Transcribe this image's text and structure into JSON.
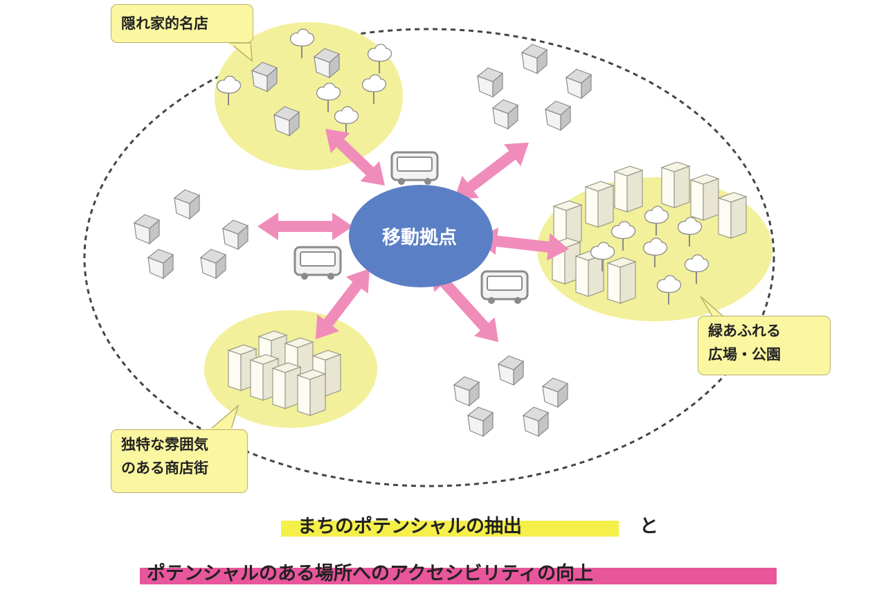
{
  "hub": {
    "label": "移動拠点",
    "color": "#5b7fc4"
  },
  "callouts": {
    "hidden_shop": "隠れ家的名店",
    "green_plaza_line1": "緑あふれる",
    "green_plaza_line2": "広場・公園",
    "shopping_street_line1": "独特な雰囲気",
    "shopping_street_line2": "のある商店街"
  },
  "captions": {
    "line1": "まちのポテンシャルの抽出",
    "connector": "と",
    "line2": "ポテンシャルのある場所へのアクセシビリティの向上"
  },
  "colors": {
    "area_fill": "#f2f09a",
    "arrow": "#f08cba",
    "callout_fill": "#fbf6a0",
    "highlight_yellow": "#f5ef4a",
    "highlight_pink": "#e8569c",
    "house": "#cfcfcf",
    "vehicle": "#9a9a9a"
  },
  "icons": [
    "house-icon",
    "tree-icon",
    "building-icon",
    "vehicle-icon",
    "double-arrow-icon"
  ]
}
